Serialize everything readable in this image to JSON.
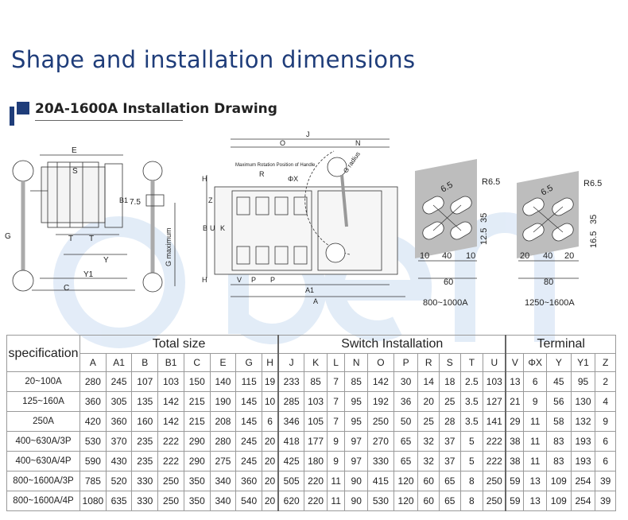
{
  "page": {
    "title": "Shape and installation dimensions",
    "section_heading": "20A-1600A Installation Drawing"
  },
  "watermark": {
    "text": "open"
  },
  "drawing": {
    "side_view": {
      "labels": [
        "E",
        "S",
        "B1",
        "7.5",
        "G",
        "T",
        "T",
        "Y",
        "Y1",
        "C",
        "G maximum"
      ]
    },
    "front_view": {
      "labels": [
        "J",
        "O",
        "N",
        "H",
        "R",
        "ΦX",
        "Z",
        "B",
        "U",
        "K",
        "H",
        "V",
        "P",
        "P",
        "A1",
        "A"
      ],
      "handle_note": "Maximum Rotation Position of Handle",
      "radius_label": "G radius"
    },
    "terminal_small": {
      "radius": "R6.5",
      "hole": "6.5",
      "height_a": "35",
      "height_b": "12.5",
      "widths": [
        "10",
        "40",
        "10"
      ],
      "total_width": "60",
      "caption": "800~1000A"
    },
    "terminal_large": {
      "radius": "R6.5",
      "hole": "6.5",
      "height_a": "35",
      "height_b": "16.5",
      "widths": [
        "20",
        "40",
        "20"
      ],
      "total_width": "80",
      "caption": "1250~1600A"
    }
  },
  "table": {
    "spec_label": "specification",
    "groups": {
      "total_size": "Total size",
      "switch_installation": "Switch Installation",
      "terminal": "Terminal"
    },
    "columns": {
      "total_size": [
        "A",
        "A1",
        "B",
        "B1",
        "C",
        "E",
        "G",
        "H"
      ],
      "switch_installation": [
        "J",
        "K",
        "L",
        "N",
        "O",
        "P",
        "R",
        "S",
        "T",
        "U"
      ],
      "terminal": [
        "V",
        "ΦX",
        "Y",
        "Y1",
        "Z"
      ]
    },
    "rows": [
      {
        "spec": "20~100A",
        "values": [
          "280",
          "245",
          "107",
          "103",
          "150",
          "140",
          "115",
          "19",
          "233",
          "85",
          "7",
          "85",
          "142",
          "30",
          "14",
          "18",
          "2.5",
          "103",
          "13",
          "6",
          "45",
          "95",
          "2"
        ]
      },
      {
        "spec": "125~160A",
        "values": [
          "360",
          "305",
          "135",
          "142",
          "215",
          "190",
          "145",
          "10",
          "285",
          "103",
          "7",
          "95",
          "192",
          "36",
          "20",
          "25",
          "3.5",
          "127",
          "21",
          "9",
          "56",
          "130",
          "4"
        ]
      },
      {
        "spec": "250A",
        "values": [
          "420",
          "360",
          "160",
          "142",
          "215",
          "208",
          "145",
          "6",
          "346",
          "105",
          "7",
          "95",
          "250",
          "50",
          "25",
          "28",
          "3.5",
          "141",
          "29",
          "11",
          "58",
          "132",
          "9"
        ]
      },
      {
        "spec": "400~630A/3P",
        "values": [
          "530",
          "370",
          "235",
          "222",
          "290",
          "280",
          "245",
          "20",
          "418",
          "177",
          "9",
          "97",
          "270",
          "65",
          "32",
          "37",
          "5",
          "222",
          "38",
          "11",
          "83",
          "193",
          "6"
        ]
      },
      {
        "spec": "400~630A/4P",
        "values": [
          "590",
          "430",
          "235",
          "222",
          "290",
          "275",
          "245",
          "20",
          "425",
          "180",
          "9",
          "97",
          "330",
          "65",
          "32",
          "37",
          "5",
          "222",
          "38",
          "11",
          "83",
          "193",
          "6"
        ]
      },
      {
        "spec": "800~1600A/3P",
        "values": [
          "785",
          "520",
          "330",
          "250",
          "350",
          "340",
          "360",
          "20",
          "505",
          "220",
          "11",
          "90",
          "415",
          "120",
          "60",
          "65",
          "8",
          "250",
          "59",
          "13",
          "109",
          "254",
          "39"
        ]
      },
      {
        "spec": "800~1600A/4P",
        "values": [
          "1080",
          "635",
          "330",
          "250",
          "350",
          "340",
          "540",
          "20",
          "620",
          "220",
          "11",
          "90",
          "530",
          "120",
          "60",
          "65",
          "8",
          "250",
          "59",
          "13",
          "109",
          "254",
          "39"
        ]
      }
    ]
  }
}
